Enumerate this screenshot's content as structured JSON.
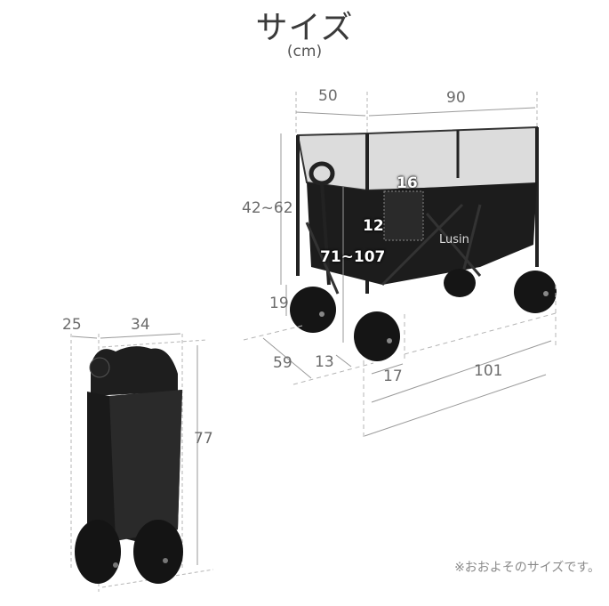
{
  "header": {
    "title": "サイズ",
    "unit": "(cm)"
  },
  "open_wagon": {
    "dimensions": {
      "depth_top": "50",
      "length_top": "90",
      "height_side": "42~62",
      "pocket_width": "16",
      "pocket_height": "12",
      "handle_height": "71~107",
      "ground_clearance": "19",
      "wheelbase_depth": "59",
      "wheel_width": "13",
      "wheel_diameter": "17",
      "overall_length": "101"
    },
    "brand_logo": "Lusin"
  },
  "folded_wagon": {
    "dimensions": {
      "depth": "25",
      "width": "34",
      "height": "77"
    }
  },
  "footer": {
    "note": "※おおよそのサイズです。"
  },
  "colors": {
    "text": "#3a3a3a",
    "dimension_text": "#6b6b6b",
    "dimension_line": "#b0b0b0",
    "product": "#1a1a1a",
    "mesh": "#d8d8d8"
  }
}
